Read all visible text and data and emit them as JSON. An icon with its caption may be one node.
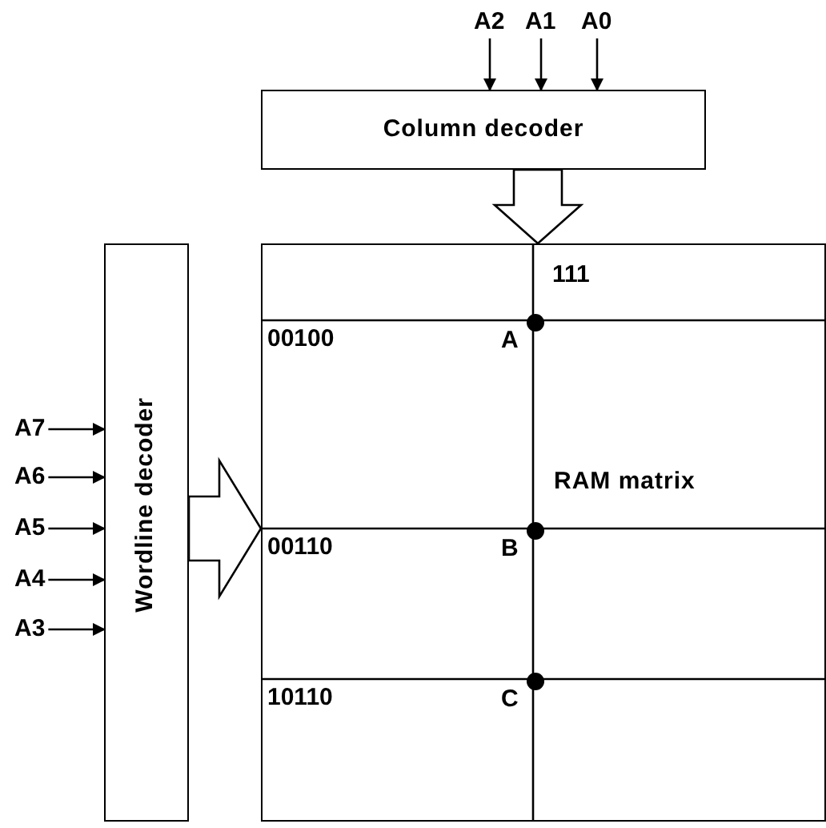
{
  "diagram": {
    "nodes": [
      {
        "text": [
          "Column decoder"
        ]
      },
      {
        "text": [
          "Wordline decoder"
        ]
      },
      {
        "text": [
          "RAM matrix"
        ]
      },
      {
        "text": [],
        "shape": "circle",
        "in": 2,
        "beside": [
          "A"
        ]
      },
      {
        "text": [],
        "shape": "circle",
        "in": 2,
        "beside": [
          "B"
        ]
      },
      {
        "text": [],
        "shape": "circle",
        "in": 2,
        "beside": [
          "C"
        ]
      },
      {
        "text": [
          "A2"
        ]
      },
      {
        "text": [
          "A1"
        ]
      },
      {
        "text": [
          "A0"
        ]
      },
      {
        "text": [
          "A7"
        ]
      },
      {
        "text": [
          "A6"
        ]
      },
      {
        "text": [
          "A5"
        ]
      },
      {
        "text": [
          "A4"
        ]
      },
      {
        "text": [
          "A3"
        ]
      }
    ],
    "edges": [
      {
        "from": 6,
        "to": 0,
        "arrow": "to"
      },
      {
        "from": 7,
        "to": 0,
        "arrow": "to"
      },
      {
        "from": 8,
        "to": 0,
        "arrow": "to"
      },
      {
        "from": 9,
        "to": 1,
        "arrow": "to"
      },
      {
        "from": 10,
        "to": 1,
        "arrow": "to"
      },
      {
        "from": 11,
        "to": 1,
        "arrow": "to"
      },
      {
        "from": 12,
        "to": 1,
        "arrow": "to"
      },
      {
        "from": 13,
        "to": 1,
        "arrow": "to"
      },
      {
        "from": 0,
        "to": 2,
        "arrow": "to",
        "style": "thick"
      },
      {
        "from": 1,
        "to": 2,
        "arrow": "to",
        "style": "thick"
      }
    ],
    "labels": [
      "111",
      "00100",
      "00110",
      "10110"
    ]
  }
}
